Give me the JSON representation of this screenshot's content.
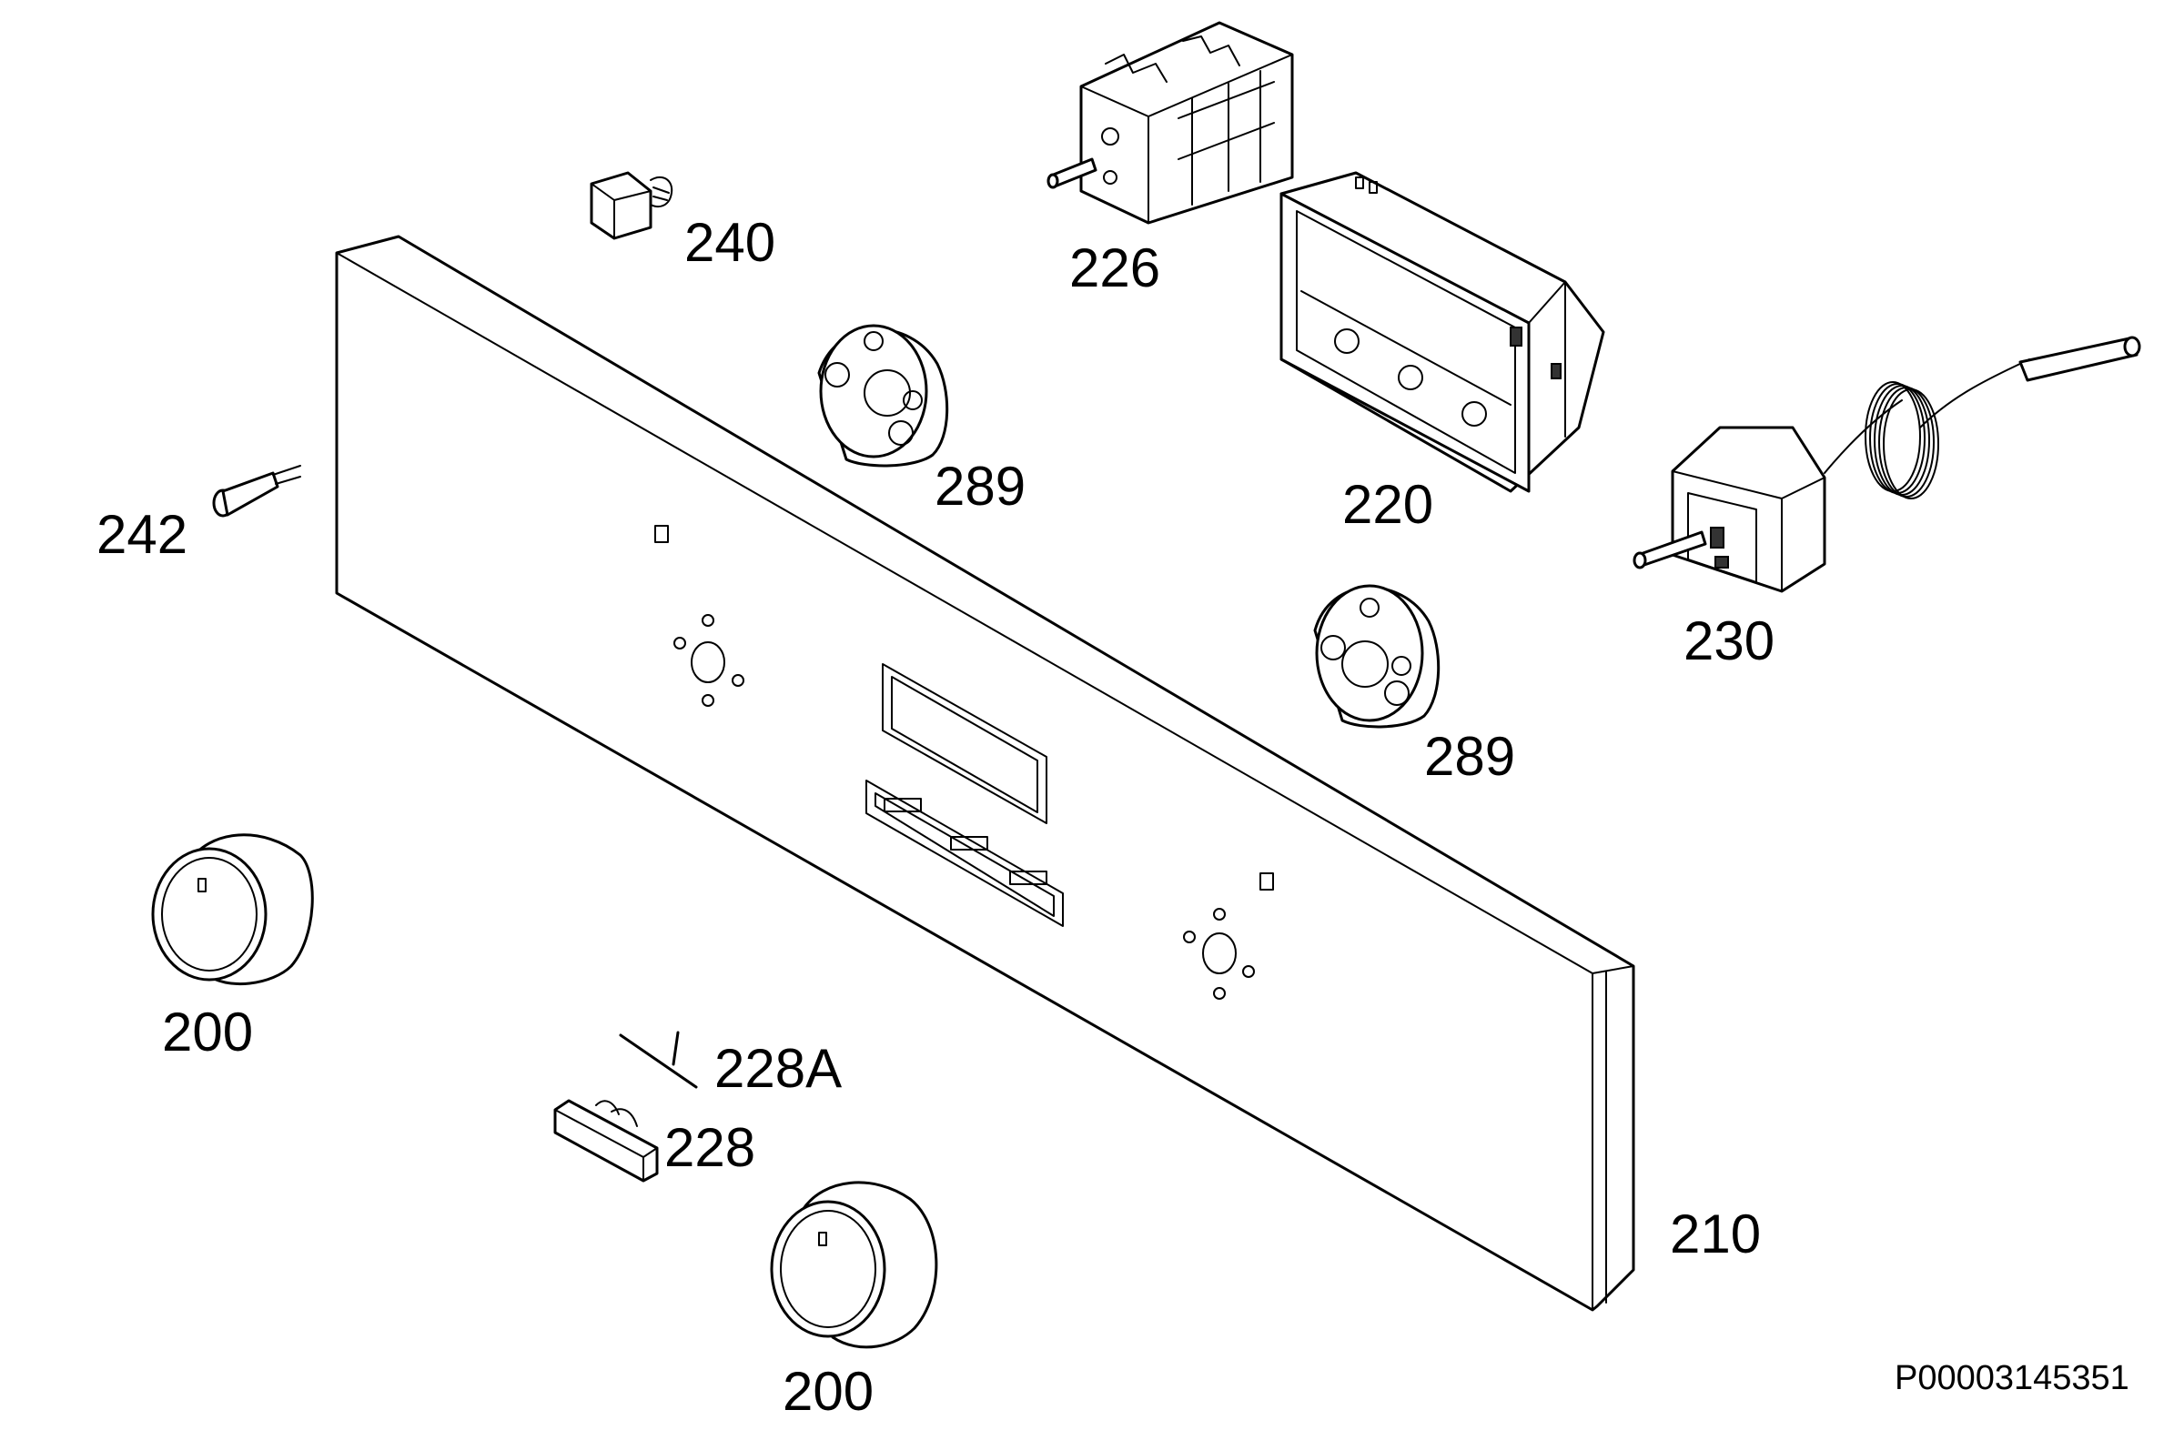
{
  "diagram": {
    "reference_code": "P00003145351",
    "parts": [
      {
        "id": "control-panel",
        "label": "210"
      },
      {
        "id": "knob-left",
        "label": "200"
      },
      {
        "id": "knob-bottom",
        "label": "200"
      },
      {
        "id": "clock-display-module",
        "label": "220"
      },
      {
        "id": "selector-switch",
        "label": "226"
      },
      {
        "id": "knob-spacer-top",
        "label": "289"
      },
      {
        "id": "knob-spacer-right",
        "label": "289"
      },
      {
        "id": "thermostat",
        "label": "230"
      },
      {
        "id": "indicator-lamp-lens",
        "label": "240"
      },
      {
        "id": "pilot-lamp",
        "label": "242"
      },
      {
        "id": "push-rod",
        "label": "228A"
      },
      {
        "id": "push-button",
        "label": "228"
      }
    ]
  }
}
